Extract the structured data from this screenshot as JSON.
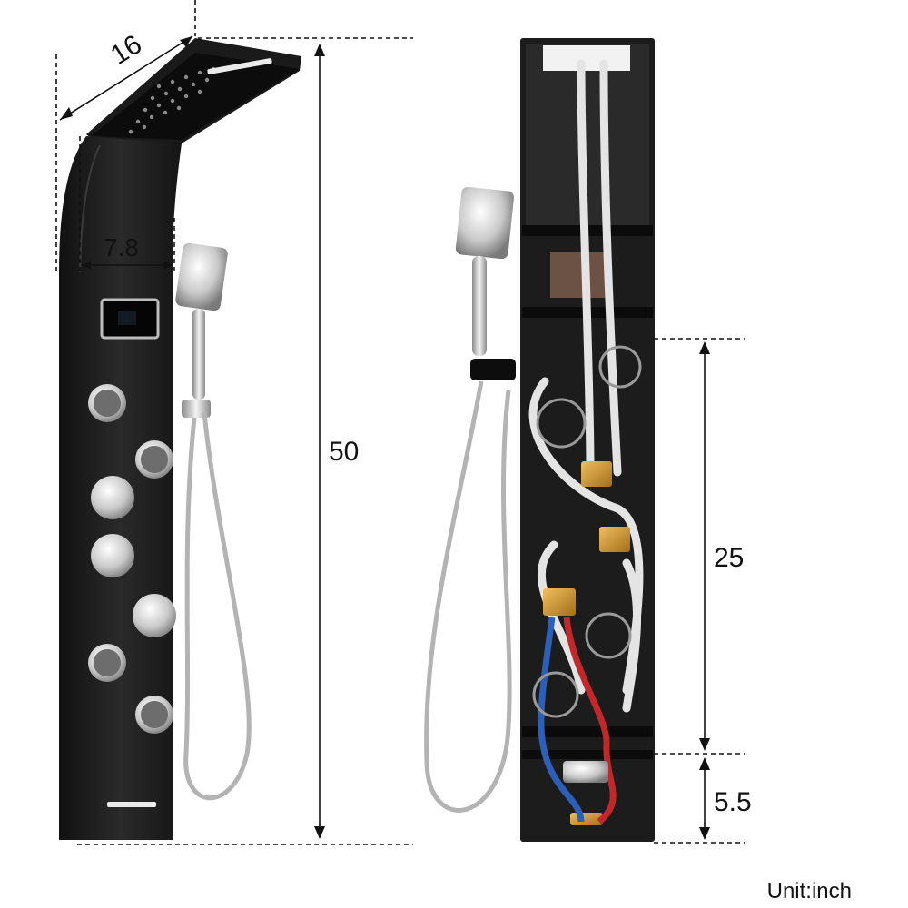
{
  "dimensions": {
    "head_width": "16",
    "panel_width": "7.8",
    "total_height": "50",
    "middle_section_height": "25",
    "bottom_section_height": "5.5"
  },
  "unit_note": "Unit:inch",
  "colors": {
    "panel": "#1e1e1e",
    "chrome": "#d8d8d8",
    "brass": "#c8962a",
    "hot_hose": "#c0282a",
    "cold_hose": "#2b5fb8",
    "white_hose": "#e4e4e4"
  }
}
